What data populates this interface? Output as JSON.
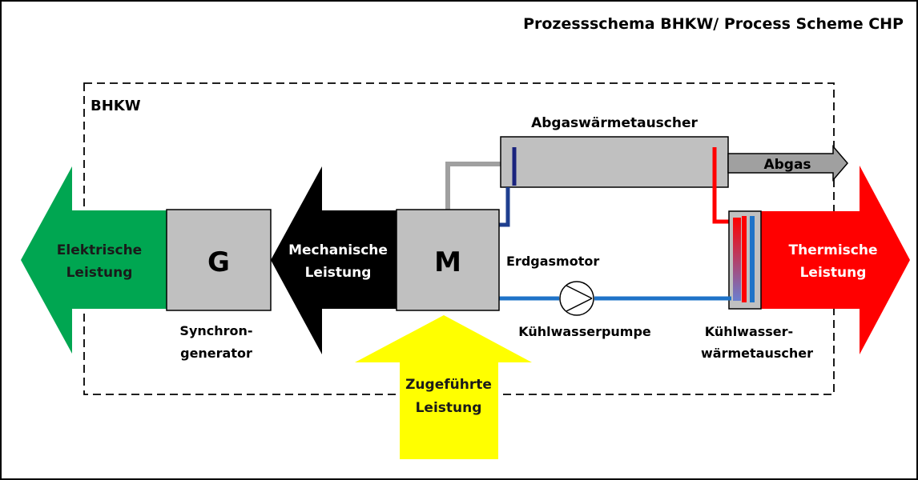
{
  "title": "Prozessschema BHKW/ Process Scheme CHP",
  "boundary_label": "BHKW",
  "heat_exchanger_exhaust": "Abgaswärmetauscher",
  "exhaust": "Abgas",
  "generator": {
    "symbol": "G",
    "caption_line1": "Synchron-",
    "caption_line2": "generator"
  },
  "motor": {
    "symbol": "M",
    "caption": "Erdgasmotor"
  },
  "pump_caption": "Kühlwasserpumpe",
  "cooling_hx": {
    "caption_line1": "Kühlwasser-",
    "caption_line2": "wärmetauscher"
  },
  "arrows": {
    "electrical": {
      "line1": "Elektrische",
      "line2": "Leistung",
      "color": "#00a651"
    },
    "mechanical": {
      "line1": "Mechanische",
      "line2": "Leistung",
      "color": "#000000"
    },
    "supplied": {
      "line1": "Zugeführte",
      "line2": "Leistung",
      "color": "#ffff00"
    },
    "thermal": {
      "line1": "Thermische",
      "line2": "Leistung",
      "color": "#ff0000"
    }
  },
  "colors": {
    "box_fill": "#c0c0c0",
    "exhaust_pipe": "#a0a0a0",
    "cold_pipe": "#1f4fa0",
    "cool_pipe": "#1e73c8",
    "hot_pipe": "#ff0000"
  }
}
